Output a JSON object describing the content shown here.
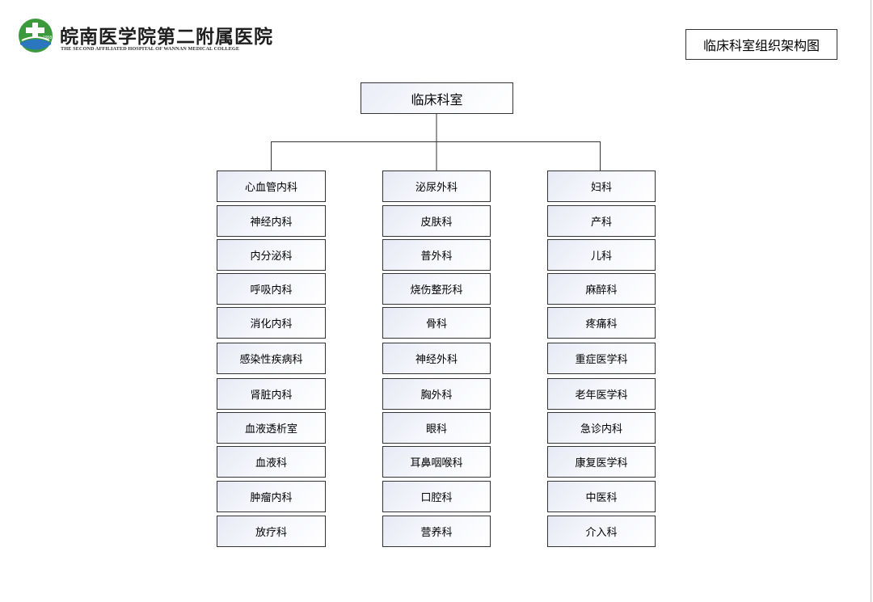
{
  "header": {
    "hospital_name_cn": "皖南医学院第二附属医院",
    "hospital_name_en": "THE SECOND AFFILIATED HOSPITAL OF WANNAN MEDICAL COLLEGE",
    "logo_year": "1958"
  },
  "page_title": "临床科室组织架构图",
  "org": {
    "root": "临床科室",
    "columns": [
      [
        "心血管内科",
        "神经内科",
        "内分泌科",
        "呼吸内科",
        "消化内科",
        "感染性疾病科",
        "肾脏内科",
        "血液透析室",
        "血液科",
        "肿瘤内科",
        "放疗科"
      ],
      [
        "泌尿外科",
        "皮肤科",
        "普外科",
        "烧伤整形科",
        "骨科",
        "神经外科",
        "胸外科",
        "眼科",
        "耳鼻咽喉科",
        "口腔科",
        "营养科"
      ],
      [
        "妇科",
        "产科",
        "儿科",
        "麻醉科",
        "疼痛科",
        "重症医学科",
        "老年医学科",
        "急诊内科",
        "康复医学科",
        "中医科",
        "介入科"
      ]
    ]
  },
  "colors": {
    "logo_green": "#3a9a3c",
    "logo_blue": "#2a77c0",
    "border": "#333333",
    "box_tint": "#e6e9f5"
  }
}
